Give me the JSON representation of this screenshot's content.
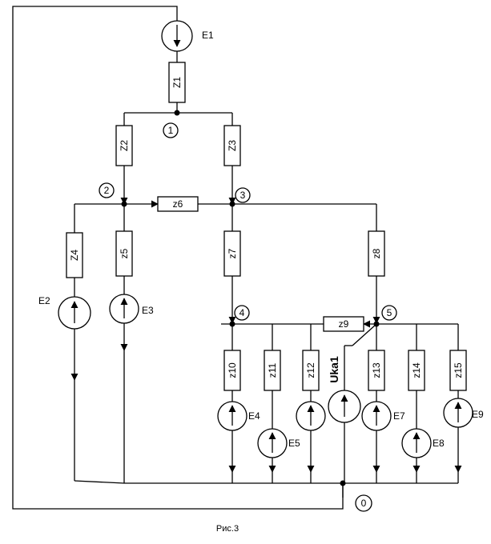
{
  "sources": {
    "e1": "E1",
    "e2": "E2",
    "e3": "E3",
    "e4": "E4",
    "e5": "E5",
    "e7": "E7",
    "e8": "E8",
    "e9": "E9",
    "uka1": "Uka1"
  },
  "impedances": {
    "z1": "Z1",
    "z2": "Z2",
    "z3": "Z3",
    "z4": "Z4",
    "z5": "z5",
    "z6": "z6",
    "z7": "z7",
    "z8": "z8",
    "z9": "z9",
    "z10": "z10",
    "z11": "z11",
    "z12": "z12",
    "z13": "z13",
    "z14": "z14",
    "z15": "z15"
  },
  "nodes": {
    "n0": "0",
    "n1": "1",
    "n2": "2",
    "n3": "3",
    "n4": "4",
    "n5": "5"
  },
  "caption": "Рис.3"
}
